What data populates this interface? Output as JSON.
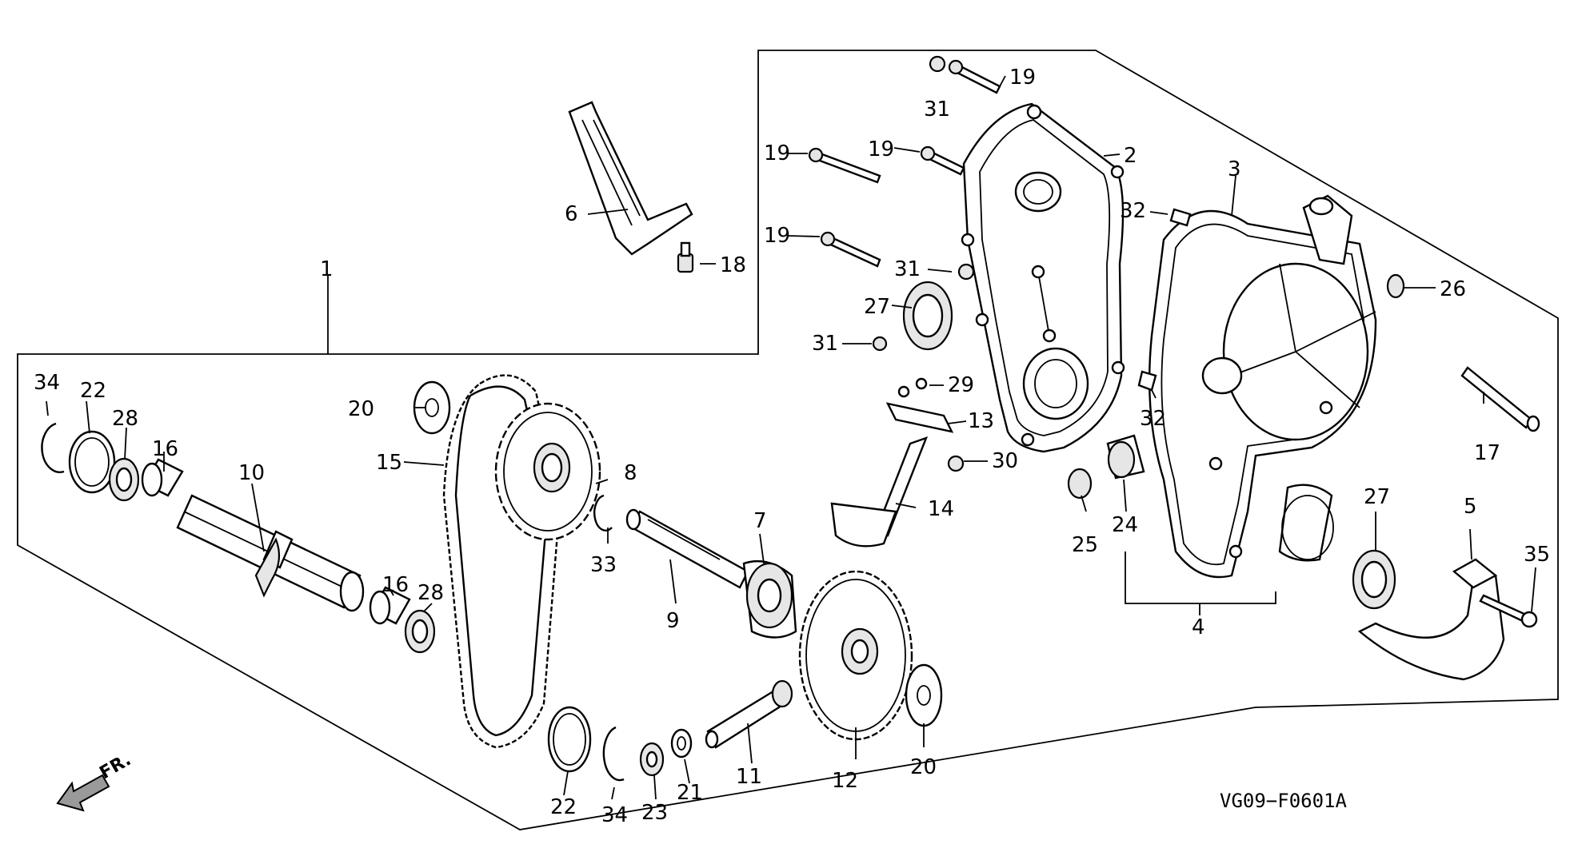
{
  "diagram": {
    "drawing_code": "VG09−F0601A",
    "direction_label": "FR.",
    "callouts": [
      {
        "id": "c1",
        "label": "1"
      },
      {
        "id": "c2",
        "label": "2"
      },
      {
        "id": "c3",
        "label": "3"
      },
      {
        "id": "c4",
        "label": "4"
      },
      {
        "id": "c5",
        "label": "5"
      },
      {
        "id": "c6",
        "label": "6"
      },
      {
        "id": "c7",
        "label": "7"
      },
      {
        "id": "c8",
        "label": "8"
      },
      {
        "id": "c9",
        "label": "9"
      },
      {
        "id": "c10",
        "label": "10"
      },
      {
        "id": "c11",
        "label": "11"
      },
      {
        "id": "c12",
        "label": "12"
      },
      {
        "id": "c13",
        "label": "13"
      },
      {
        "id": "c14",
        "label": "14"
      },
      {
        "id": "c15",
        "label": "15"
      },
      {
        "id": "c16a",
        "label": "16"
      },
      {
        "id": "c16b",
        "label": "16"
      },
      {
        "id": "c17",
        "label": "17"
      },
      {
        "id": "c18",
        "label": "18"
      },
      {
        "id": "c19a",
        "label": "19"
      },
      {
        "id": "c19b",
        "label": "19"
      },
      {
        "id": "c19c",
        "label": "19"
      },
      {
        "id": "c19d",
        "label": "19"
      },
      {
        "id": "c20a",
        "label": "20"
      },
      {
        "id": "c20b",
        "label": "20"
      },
      {
        "id": "c21",
        "label": "21"
      },
      {
        "id": "c22a",
        "label": "22"
      },
      {
        "id": "c22b",
        "label": "22"
      },
      {
        "id": "c23",
        "label": "23"
      },
      {
        "id": "c24",
        "label": "24"
      },
      {
        "id": "c25",
        "label": "25"
      },
      {
        "id": "c26",
        "label": "26"
      },
      {
        "id": "c27a",
        "label": "27"
      },
      {
        "id": "c27b",
        "label": "27"
      },
      {
        "id": "c28a",
        "label": "28"
      },
      {
        "id": "c28b",
        "label": "28"
      },
      {
        "id": "c29",
        "label": "29"
      },
      {
        "id": "c30",
        "label": "30"
      },
      {
        "id": "c31a",
        "label": "31"
      },
      {
        "id": "c31b",
        "label": "31"
      },
      {
        "id": "c31c",
        "label": "31"
      },
      {
        "id": "c32a",
        "label": "32"
      },
      {
        "id": "c32b",
        "label": "32"
      },
      {
        "id": "c33",
        "label": "33"
      },
      {
        "id": "c34a",
        "label": "34"
      },
      {
        "id": "c34b",
        "label": "34"
      },
      {
        "id": "c35",
        "label": "35"
      }
    ]
  }
}
